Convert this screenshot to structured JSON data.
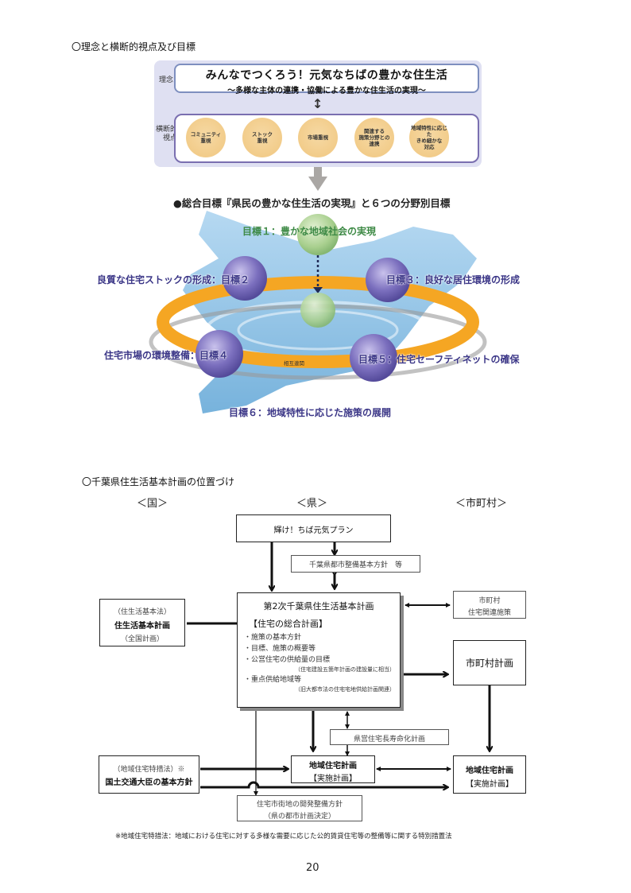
{
  "section1": {
    "title": "〇理念と横断的視点及び目標",
    "rinen_label": "理念",
    "rinen_main": "みんなでつくろう！元気なちばの豊かな住生活",
    "rinen_sub": "～多様な主体の連携・協働による豊かな住生活の実現～",
    "viewpoint_label_1": "横断的な",
    "viewpoint_label_2": "視点",
    "viewpoints": [
      {
        "l1": "コミュニティ",
        "l2": "重視",
        "l3": ""
      },
      {
        "l1": "ストック",
        "l2": "重視",
        "l3": ""
      },
      {
        "l1": "市場重視",
        "l2": "",
        "l3": ""
      },
      {
        "l1": "関連する",
        "l2": "施策分野との",
        "l3": "連携"
      },
      {
        "l1": "地域特性に応じた",
        "l2": "きめ細かな",
        "l3": "対応"
      }
    ],
    "goal_heading": "●総合目標『県民の豊かな住生活の実現』と６つの分野別目標",
    "goals": {
      "g1": "目標１：豊かな地域社会の実現",
      "g2": "良質な住宅ストックの形成：目標２",
      "g3": "目標３：良好な居住環境の形成",
      "g4": "住宅市場の環境整備：目標４",
      "g5": "目標５：住宅セーフティネットの確保",
      "g6": "目標６：地域特性に応じた施策の展開"
    },
    "ring_label": "相互連関",
    "colors": {
      "panel": "#dfe0f2",
      "sphere_purple": "#6a5fb0",
      "sphere_green": "#a8cf8e",
      "ring": "#f5a623",
      "water": "#7fb8e0"
    }
  },
  "section2": {
    "title": "〇千葉県住生活基本計画の位置づけ",
    "col_national": "＜国＞",
    "col_prefecture": "＜県＞",
    "col_municipal": "＜市町村＞",
    "box_chiba_plan": "輝け！ちば元気プラン",
    "box_city_policy": "千葉県都市整備基本方針　等",
    "box_national_law": "（住生活基本法）",
    "box_national_plan": "住生活基本計画",
    "box_national_note": "（全国計画）",
    "main_title": "第2次千葉県住生活基本計画",
    "main_sub": "【住宅の総合計画】",
    "main_items": [
      "・施策の基本方針",
      "・目標、施策の概要等",
      "・公営住宅の供給量の目標"
    ],
    "main_note_1": "（住宅建設五箇年計画の建設量に相当）",
    "main_item_4": "・重点供給地域等",
    "main_note_2": "（旧大都市法の住宅宅地供給計画関連）",
    "box_muni_policy_1": "市町村",
    "box_muni_policy_2": "住宅関連施策",
    "box_muni_plan": "市町村計画",
    "box_longevity": "県営住宅長寿命化計画",
    "box_regional_pref_1": "地域住宅計画",
    "box_regional_pref_2": "【実施計画】",
    "box_regional_muni_1": "地域住宅計画",
    "box_regional_muni_2": "【実施計画】",
    "box_special_law": "（地域住宅特措法）※",
    "box_minister": "国土交通大臣の基本方針",
    "box_urban_1": "住宅市街地の開発整備方針",
    "box_urban_2": "（県の都市計画決定）",
    "footnote": "※地域住宅特措法：地域における住宅に対する多様な需要に応じた公的賃貸住宅等の整備等に関する特別措置法"
  },
  "page_number": "20"
}
